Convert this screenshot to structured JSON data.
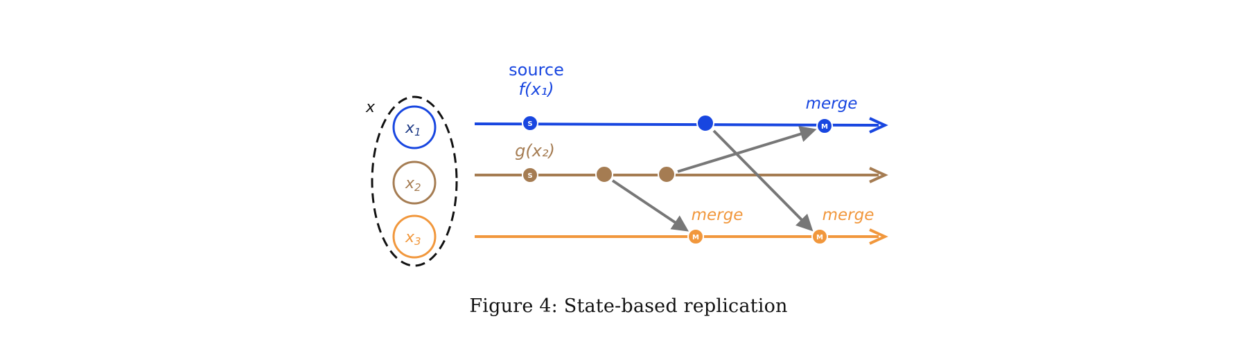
{
  "figure": {
    "caption": "Figure 4: State-based replication",
    "group_label": "x",
    "replicas": [
      {
        "id": "x1",
        "base": "x",
        "sub": "1",
        "color": "#1846e0"
      },
      {
        "id": "x2",
        "base": "x",
        "sub": "2",
        "color": "#a57c52"
      },
      {
        "id": "x3",
        "base": "x",
        "sub": "3",
        "color": "#f1973c"
      }
    ],
    "labels": {
      "source": "source",
      "f_x1": "f(x₁)",
      "g_x2": "g(x₂)",
      "merge": "merge"
    },
    "node_letters": {
      "source": "S",
      "merge": "M"
    },
    "colors": {
      "blue": "#1846e0",
      "brown": "#a57c52",
      "orange": "#f1973c",
      "arrow_gray": "#777777",
      "ellipse": "#111111"
    }
  }
}
